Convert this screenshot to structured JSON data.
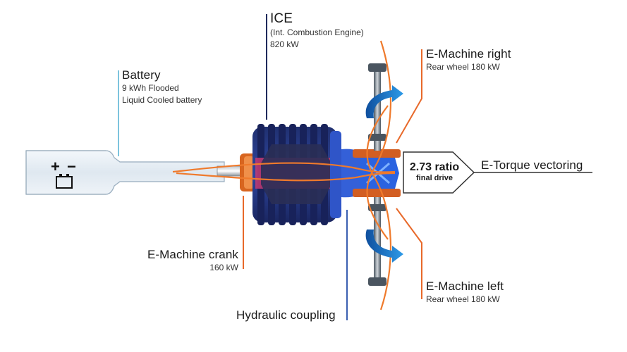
{
  "labels": {
    "ice": {
      "title": "ICE",
      "line1": "(Int. Combustion Engine)",
      "line2": "820 kW"
    },
    "battery": {
      "title": "Battery",
      "line1": "9 kWh Flooded",
      "line2": "Liquid Cooled battery"
    },
    "emachine_right": {
      "title": "E-Machine right",
      "sub": "Rear wheel 180 kW"
    },
    "emachine_left": {
      "title": "E-Machine left",
      "sub": "Rear wheel 180 kW"
    },
    "emachine_crank": {
      "title": "E-Machine crank",
      "sub": "160 kW"
    },
    "hydraulic": {
      "title": "Hydraulic coupling"
    },
    "torque": {
      "title": "E-Torque vectoring"
    },
    "ratio": {
      "value": "2.73 ratio",
      "sub": "final drive"
    },
    "battery_symbol": {
      "plus": "+",
      "minus": "−"
    }
  },
  "colors": {
    "ice_line": "#1f2a5c",
    "battery_line": "#7cc3dd",
    "orange": "#e8692a",
    "blue_line": "#3a5fb0",
    "engine_dark": "#1d2b68",
    "engine_mid": "#2a3d8e",
    "battery_fill": "#e6eef5",
    "arrow_blue": "#1f7fd0"
  }
}
